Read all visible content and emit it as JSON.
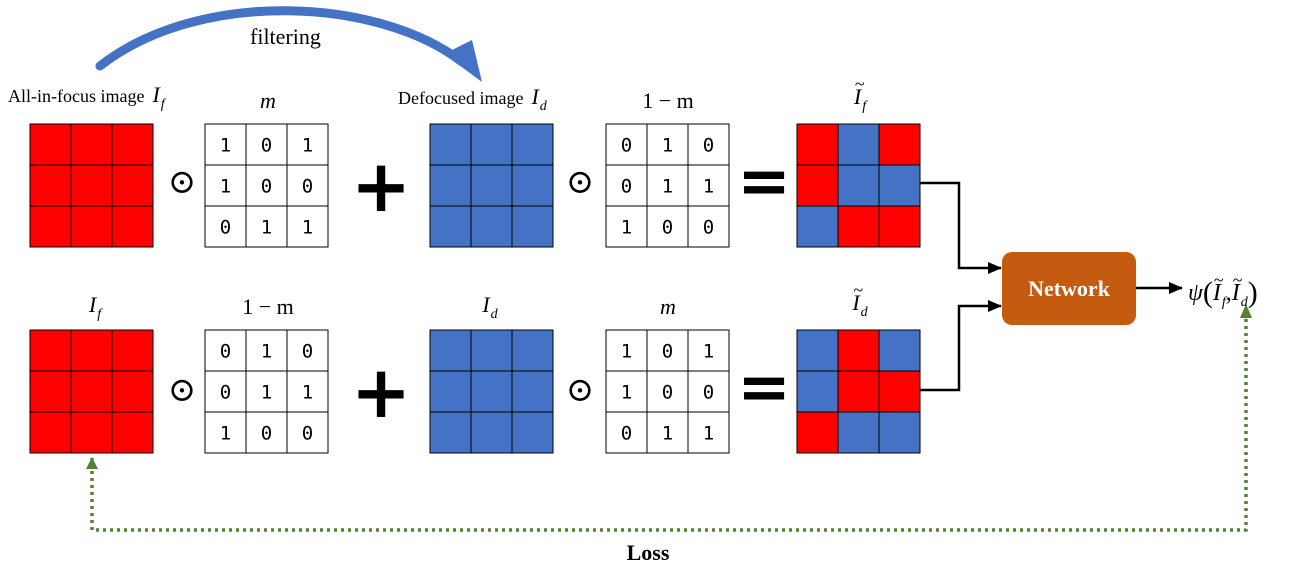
{
  "colors": {
    "focus_red": "#ff0000",
    "defocus_blue": "#4472c4",
    "network_orange": "#c55a11",
    "arrow_blue": "#4472c4",
    "loss_green": "#548235",
    "line": "#000000"
  },
  "top_row": {
    "allfocus_caption": "All-in-focus image",
    "allfocus_symbol": "I",
    "allfocus_sub": "f",
    "mask_label_var": "m",
    "defocus_caption": "Defocused image",
    "defocus_symbol": "I",
    "defocus_sub": "d",
    "inv_mask_label": "1 − m",
    "result_symbol": "I",
    "result_sub": "f",
    "mask": [
      [
        1,
        0,
        1
      ],
      [
        1,
        0,
        0
      ],
      [
        0,
        1,
        1
      ]
    ],
    "inv_mask": [
      [
        0,
        1,
        0
      ],
      [
        0,
        1,
        1
      ],
      [
        1,
        0,
        0
      ]
    ],
    "result_cells": [
      [
        "R",
        "B",
        "R"
      ],
      [
        "R",
        "B",
        "B"
      ],
      [
        "B",
        "R",
        "R"
      ]
    ]
  },
  "bottom_row": {
    "focus_symbol": "I",
    "focus_sub": "f",
    "inv_mask_label": "1 − m",
    "defocus_symbol": "I",
    "defocus_sub": "d",
    "mask_label_var": "m",
    "result_symbol": "I",
    "result_sub": "d",
    "inv_mask": [
      [
        0,
        1,
        0
      ],
      [
        0,
        1,
        1
      ],
      [
        1,
        0,
        0
      ]
    ],
    "mask": [
      [
        1,
        0,
        1
      ],
      [
        1,
        0,
        0
      ],
      [
        0,
        1,
        1
      ]
    ],
    "result_cells": [
      [
        "B",
        "R",
        "B"
      ],
      [
        "B",
        "R",
        "R"
      ],
      [
        "R",
        "B",
        "B"
      ]
    ]
  },
  "operators": {
    "hadamard": "⊙",
    "plus": "+",
    "equals": "="
  },
  "filtering_label": "filtering",
  "network_label": "Network",
  "output": {
    "psi": "ψ",
    "arg1_symbol": "I",
    "arg1_sub": "f",
    "arg2_symbol": "I",
    "arg2_sub": "d"
  },
  "loss_label": "Loss"
}
